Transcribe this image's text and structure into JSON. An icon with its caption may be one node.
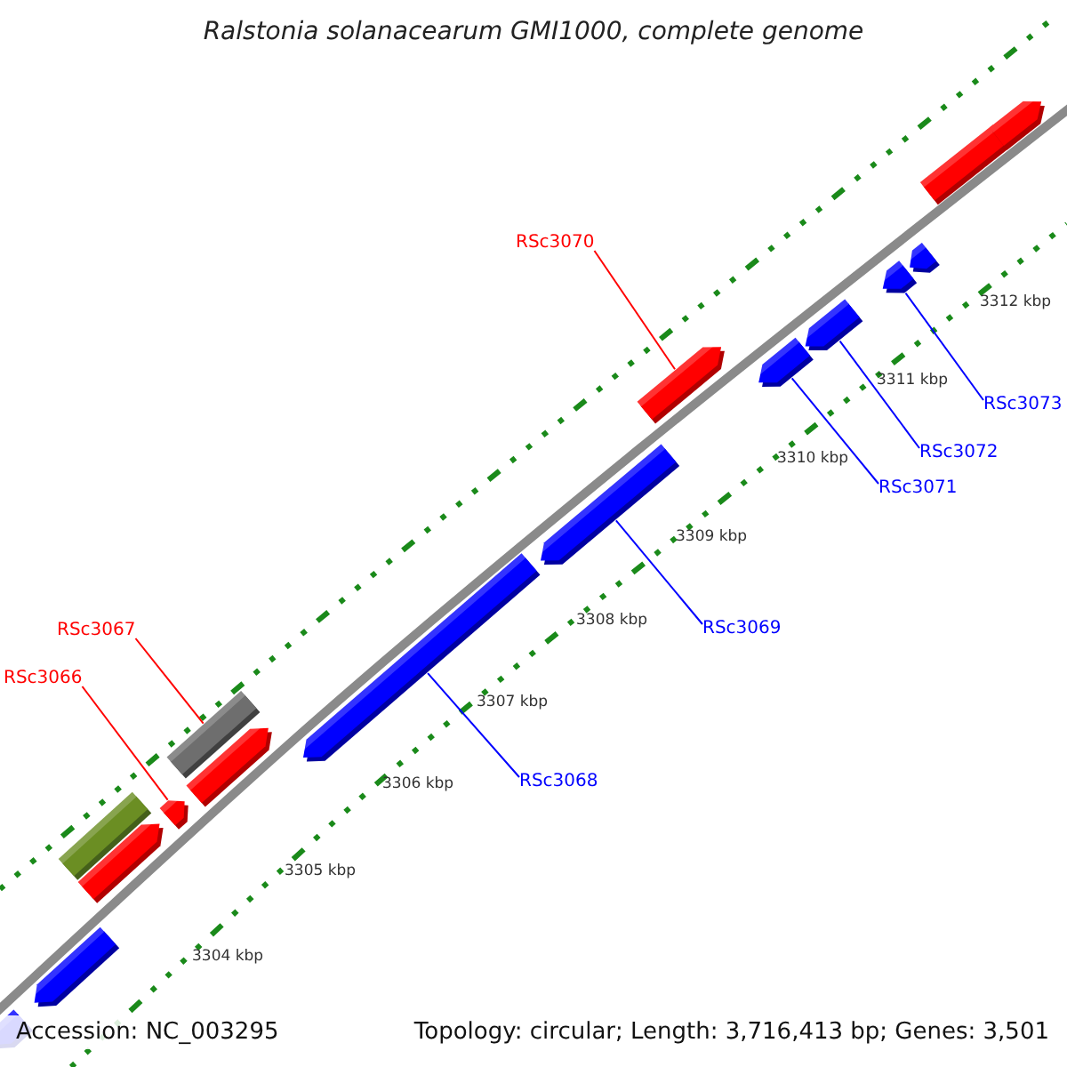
{
  "diagram": {
    "title": "Ralstonia solanacearum GMI1000, complete genome",
    "nodes": [
      {
        "text": [],
        "shape": "bar"
      },
      {
        "text": [],
        "shape": "bar"
      },
      {
        "text": [],
        "shape": "bar"
      },
      {
        "text": [],
        "shape": "bar"
      },
      {
        "text": [],
        "shape": "bar"
      },
      {
        "text": [],
        "shape": "bar"
      },
      {
        "text": [],
        "shape": "bar"
      },
      {
        "text": [],
        "shape": "bar"
      },
      {
        "text": [],
        "shape": "bar"
      },
      {
        "text": [],
        "shape": "bar"
      },
      {
        "text": [],
        "shape": "bar"
      },
      {
        "text": [],
        "shape": "bar"
      },
      {
        "text": [],
        "shape": "bar"
      },
      {
        "text": [],
        "shape": "bar"
      },
      {
        "text": [],
        "shape": "bar"
      },
      {
        "text": [],
        "shape": "bar"
      },
      {
        "text": [
          "RSc3066"
        ]
      },
      {
        "text": [
          "RSc3067"
        ]
      },
      {
        "text": [
          "RSc3070"
        ]
      },
      {
        "text": [
          "RSc3068"
        ]
      },
      {
        "text": [
          "RSc3069"
        ]
      },
      {
        "text": [
          "RSc3071"
        ]
      },
      {
        "text": [
          "RSc3072"
        ]
      },
      {
        "text": [
          "RSc3073"
        ]
      }
    ],
    "edges": [
      {
        "from": 16,
        "to": 4,
        "arrow": "none",
        "color": "#ff0000"
      },
      {
        "from": 17,
        "to": 5,
        "arrow": "none",
        "color": "#ff0000"
      },
      {
        "from": 18,
        "to": 9,
        "arrow": "none",
        "color": "#ff0000"
      },
      {
        "from": 19,
        "to": 7,
        "arrow": "none"
      },
      {
        "from": 20,
        "to": 8,
        "arrow": "none"
      },
      {
        "from": 21,
        "to": 10,
        "arrow": "none"
      },
      {
        "from": 22,
        "to": 11,
        "arrow": "none"
      },
      {
        "from": 23,
        "to": 12,
        "arrow": "none"
      }
    ],
    "labels": [
      "3312 kbp",
      "3311 kbp",
      "3310 kbp",
      "3309 kbp",
      "3308 kbp",
      "3307 kbp",
      "3306 kbp",
      "3305 kbp",
      "3304 kbp",
      "Accession: NC_003295",
      "Topology: circular; Length: 3,716,413 bp; Genes: 3,501"
    ]
  }
}
